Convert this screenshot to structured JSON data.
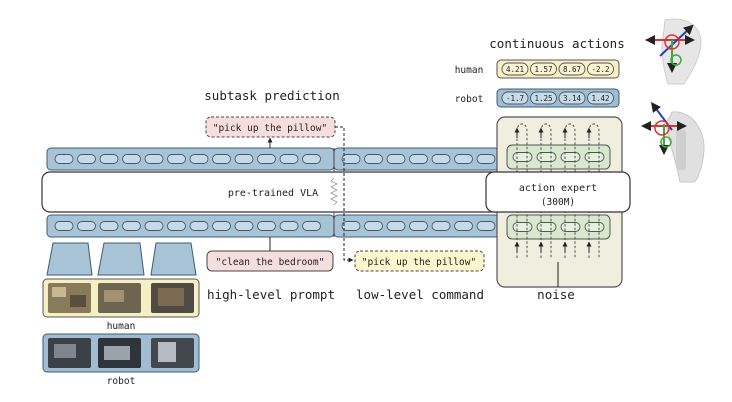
{
  "labels": {
    "continuous_actions": "continuous actions",
    "subtask_prediction": "subtask prediction",
    "high_level_prompt": "high-level prompt",
    "low_level_command": "low-level command",
    "noise": "noise",
    "pretrained_vla": "pre-trained VLA",
    "action_expert": "action expert",
    "action_expert_size": "(300M)",
    "human": "human",
    "robot": "robot"
  },
  "prompts": {
    "predicted_subtask": "\"pick up the pillow\"",
    "high_level": "\"clean the bedroom\"",
    "low_level": "\"pick up the pillow\""
  },
  "actions": {
    "human_label": "human",
    "robot_label": "robot",
    "human_values": [
      "4.21",
      "1.57",
      "8.67",
      "-2.2"
    ],
    "robot_values": [
      "-1.7",
      "1.25",
      "3.14",
      "1.42"
    ]
  },
  "image_groups": {
    "human_caption": "human",
    "robot_caption": "robot"
  },
  "colors": {
    "token_blue": "#a9c3d6",
    "token_outline": "#3d5c73",
    "prompt_pink": "#f7dede",
    "prompt_yellow": "#fbf6cc",
    "expert_bg": "#f0eedf",
    "expert_green": "#d8e8cf",
    "human_row": "#f6efc4",
    "robot_row": "#9fbcd0"
  }
}
